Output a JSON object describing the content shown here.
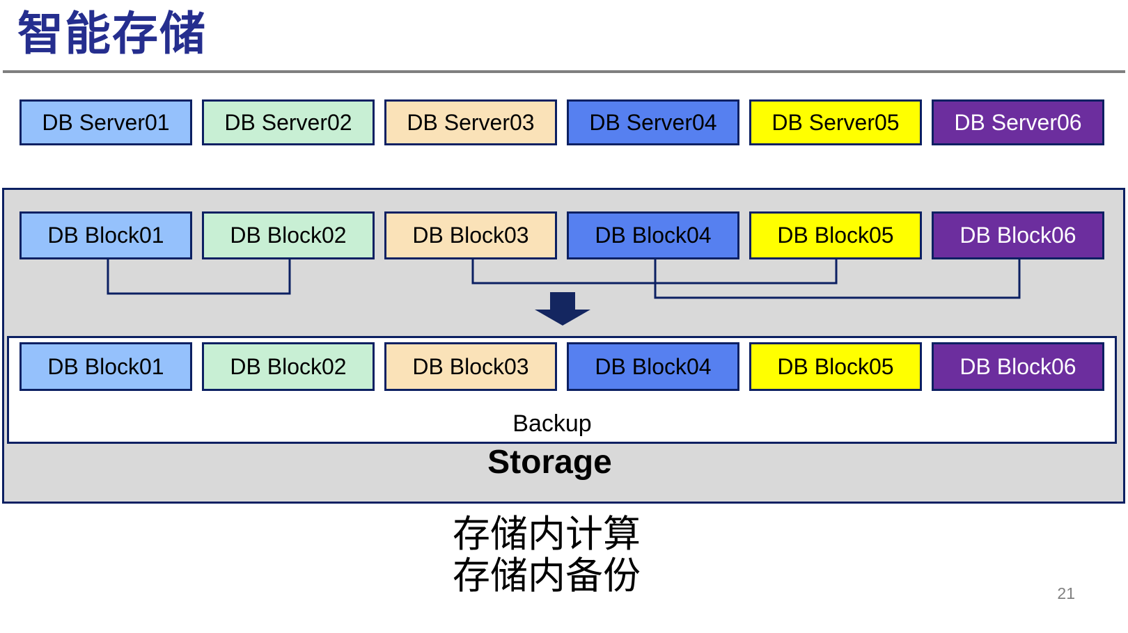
{
  "title": "智能存储",
  "page_number": "21",
  "caption": {
    "line1": "存储内计算",
    "line2": "存储内备份"
  },
  "labels": {
    "backup": "Backup",
    "storage": "Storage"
  },
  "palette": {
    "border_navy": "#0C2062",
    "connector_navy": "#0C2062",
    "arrow_navy": "#142660",
    "title_navy": "#252E8E",
    "container_gray": "#D9D9D9",
    "divider_gray": "#7F7F7F",
    "page_number_gray": "#808080"
  },
  "servers": [
    {
      "label": "DB Server01",
      "fill": "#95C1FC",
      "text": "#000000"
    },
    {
      "label": "DB Server02",
      "fill": "#C8EFD4",
      "text": "#000000"
    },
    {
      "label": "DB Server03",
      "fill": "#FAE2B8",
      "text": "#000000"
    },
    {
      "label": "DB Server04",
      "fill": "#5680F0",
      "text": "#000000"
    },
    {
      "label": "DB Server05",
      "fill": "#FFFF00",
      "text": "#000000"
    },
    {
      "label": "DB Server06",
      "fill": "#6C2E9E",
      "text": "#FFFFFF"
    }
  ],
  "blocks_source": [
    {
      "label": "DB Block01",
      "fill": "#95C1FC",
      "text": "#000000"
    },
    {
      "label": "DB Block02",
      "fill": "#C8EFD4",
      "text": "#000000"
    },
    {
      "label": "DB Block03",
      "fill": "#FAE2B8",
      "text": "#000000"
    },
    {
      "label": "DB Block04",
      "fill": "#5680F0",
      "text": "#000000"
    },
    {
      "label": "DB Block05",
      "fill": "#FFFF00",
      "text": "#000000"
    },
    {
      "label": "DB Block06",
      "fill": "#6C2E9E",
      "text": "#FFFFFF"
    }
  ],
  "blocks_backup": [
    {
      "label": "DB Block01",
      "fill": "#95C1FC",
      "text": "#000000"
    },
    {
      "label": "DB Block02",
      "fill": "#C8EFD4",
      "text": "#000000"
    },
    {
      "label": "DB Block03",
      "fill": "#FAE2B8",
      "text": "#000000"
    },
    {
      "label": "DB Block04",
      "fill": "#5680F0",
      "text": "#000000"
    },
    {
      "label": "DB Block05",
      "fill": "#FFFF00",
      "text": "#000000"
    },
    {
      "label": "DB Block06",
      "fill": "#6C2E9E",
      "text": "#FFFFFF"
    }
  ]
}
